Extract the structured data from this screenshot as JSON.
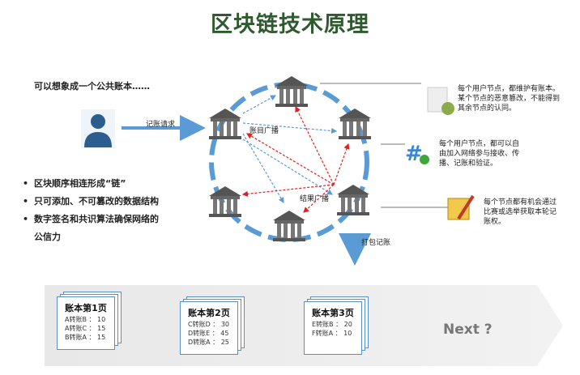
{
  "title": "区块链技术原理",
  "intro": "可以想象成一个公共账本……",
  "bullets": [
    "区块顺序相连形成“链”",
    "只可添加、不可篡改的数据结构",
    "数字签名和共识算法确保网络的",
    "公信力"
  ],
  "labels": {
    "request": "记账请求",
    "broadcast_ledger": "账目广播",
    "broadcast_result": "结果广播",
    "pack": "打包记账"
  },
  "notes": [
    {
      "icon": "document-info-icon",
      "lines": [
        "每个用户节点，都维护有账本。",
        "某个节点的恶意篡改，不能得到",
        "其余节点的认同。"
      ]
    },
    {
      "icon": "network-add-icon",
      "lines": [
        "每个用户节点，都可以自",
        "由加入网络参与接收、传",
        "播、记账和验证。"
      ]
    },
    {
      "icon": "note-pen-icon",
      "lines": [
        "每个节点都有机会通过",
        "比赛或选举获取本轮记",
        "账权。"
      ]
    }
  ],
  "ledger": [
    {
      "title": "账本第1页",
      "rows": [
        "A转账B ： 10",
        "A转账C ： 15",
        "B转账A ： 15"
      ]
    },
    {
      "title": "账本第2页",
      "rows": [
        "C转账D ： 30",
        "D转账E ： 45",
        "D转账A ： 25"
      ]
    },
    {
      "title": "账本第3页",
      "rows": [
        "E转账B ： 20",
        "F转账A ： 10"
      ]
    }
  ],
  "next": "Next ?",
  "colors": {
    "title": "#2f5a2f",
    "circle": "#5b9bd5",
    "red": "#e02020",
    "blue": "#5b9bd5"
  }
}
